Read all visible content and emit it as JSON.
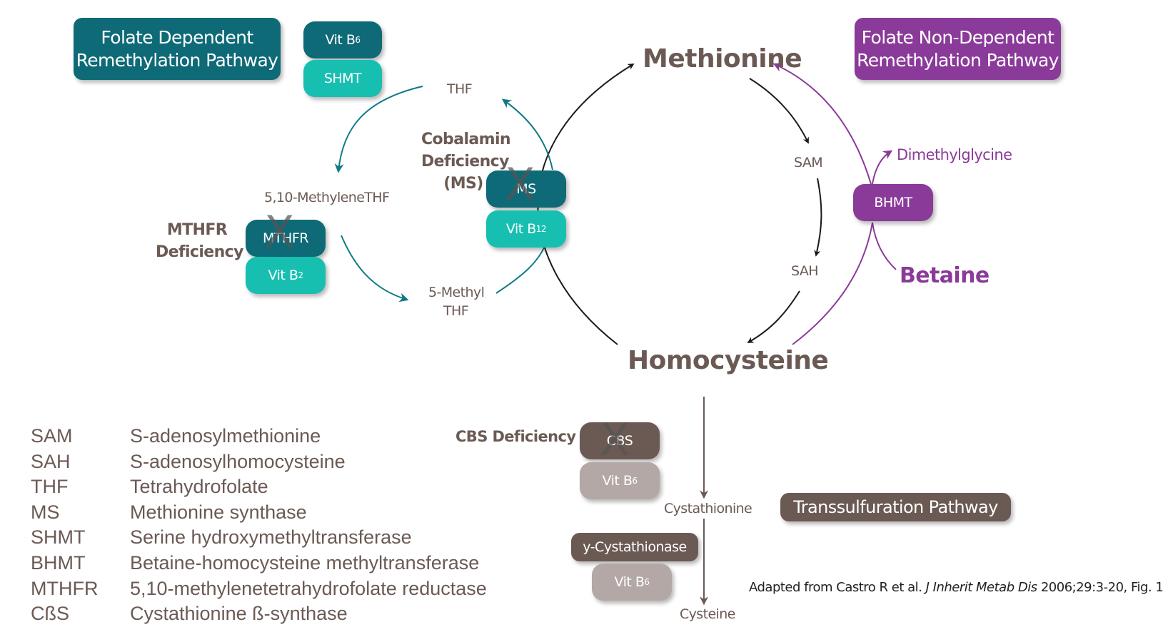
{
  "boxes": {
    "folate_dependent": "Folate Dependent\nRemethylation Pathway",
    "folate_non_dependent": "Folate Non-Dependent\nRemethylation Pathway",
    "transsulfuration": "Transsulfuration Pathway",
    "vit_b6_top": {
      "base": "Vit B",
      "sub": "6"
    },
    "shmt": "SHMT",
    "mthfr": "MTHFR",
    "vit_b2": {
      "base": "Vit B",
      "sub": "2"
    },
    "ms": "MS",
    "vit_b12": {
      "base": "Vit B",
      "sub": "12"
    },
    "bhmt": "BHMT",
    "cbs": "CBS",
    "vit_b6_cbs": {
      "base": "Vit B",
      "sub": "6"
    },
    "y_cystathionase": "y-Cystathionase",
    "vit_b6_bottom": {
      "base": "Vit B",
      "sub": "6"
    }
  },
  "labels": {
    "methionine": "Methionine",
    "homocysteine": "Homocysteine",
    "thf": "THF",
    "methylene_thf": "5,10-MethyleneTHF",
    "methyl_thf_1": "5-Methyl",
    "methyl_thf_2": "THF",
    "sam": "SAM",
    "sah": "SAH",
    "dimethylglycine": "Dimethylglycine",
    "betaine": "Betaine",
    "cystathionine": "Cystathionine",
    "cysteine": "Cysteine",
    "cobalamin_deficiency": "Cobalamin\nDeficiency\n(MS)",
    "mthfr_deficiency": "MTHFR\nDeficiency",
    "cbs_deficiency": "CBS Deficiency",
    "x_mark": "X"
  },
  "citation": {
    "prefix": "Adapted from Castro R et al. ",
    "journal": "J Inherit Metab Dis",
    "suffix": " 2006;29:3-20, Fig. 1"
  },
  "legend": [
    {
      "abbr": "SAM",
      "full": "S-adenosylmethionine"
    },
    {
      "abbr": "SAH",
      "full": "S-adenosylhomocysteine"
    },
    {
      "abbr": "THF",
      "full": "Tetrahydrofolate"
    },
    {
      "abbr": "MS",
      "full": "Methionine synthase"
    },
    {
      "abbr": "SHMT",
      "full": "Serine hydroxymethyltransferase"
    },
    {
      "abbr": "BHMT",
      "full": "Betaine-homocysteine methyltransferase"
    },
    {
      "abbr": "MTHFR",
      "full": "5,10-methylenetetrahydrofolate reductase"
    },
    {
      "abbr": "CßS",
      "full": "Cystathionine ß-synthase"
    }
  ],
  "colors": {
    "dark_teal": "#0e6a77",
    "light_teal": "#17bfb1",
    "purple": "#8a3a99",
    "brown": "#6b5a54",
    "grey_brown": "#b3a8a5",
    "black_arrow": "#1a1a1a"
  }
}
